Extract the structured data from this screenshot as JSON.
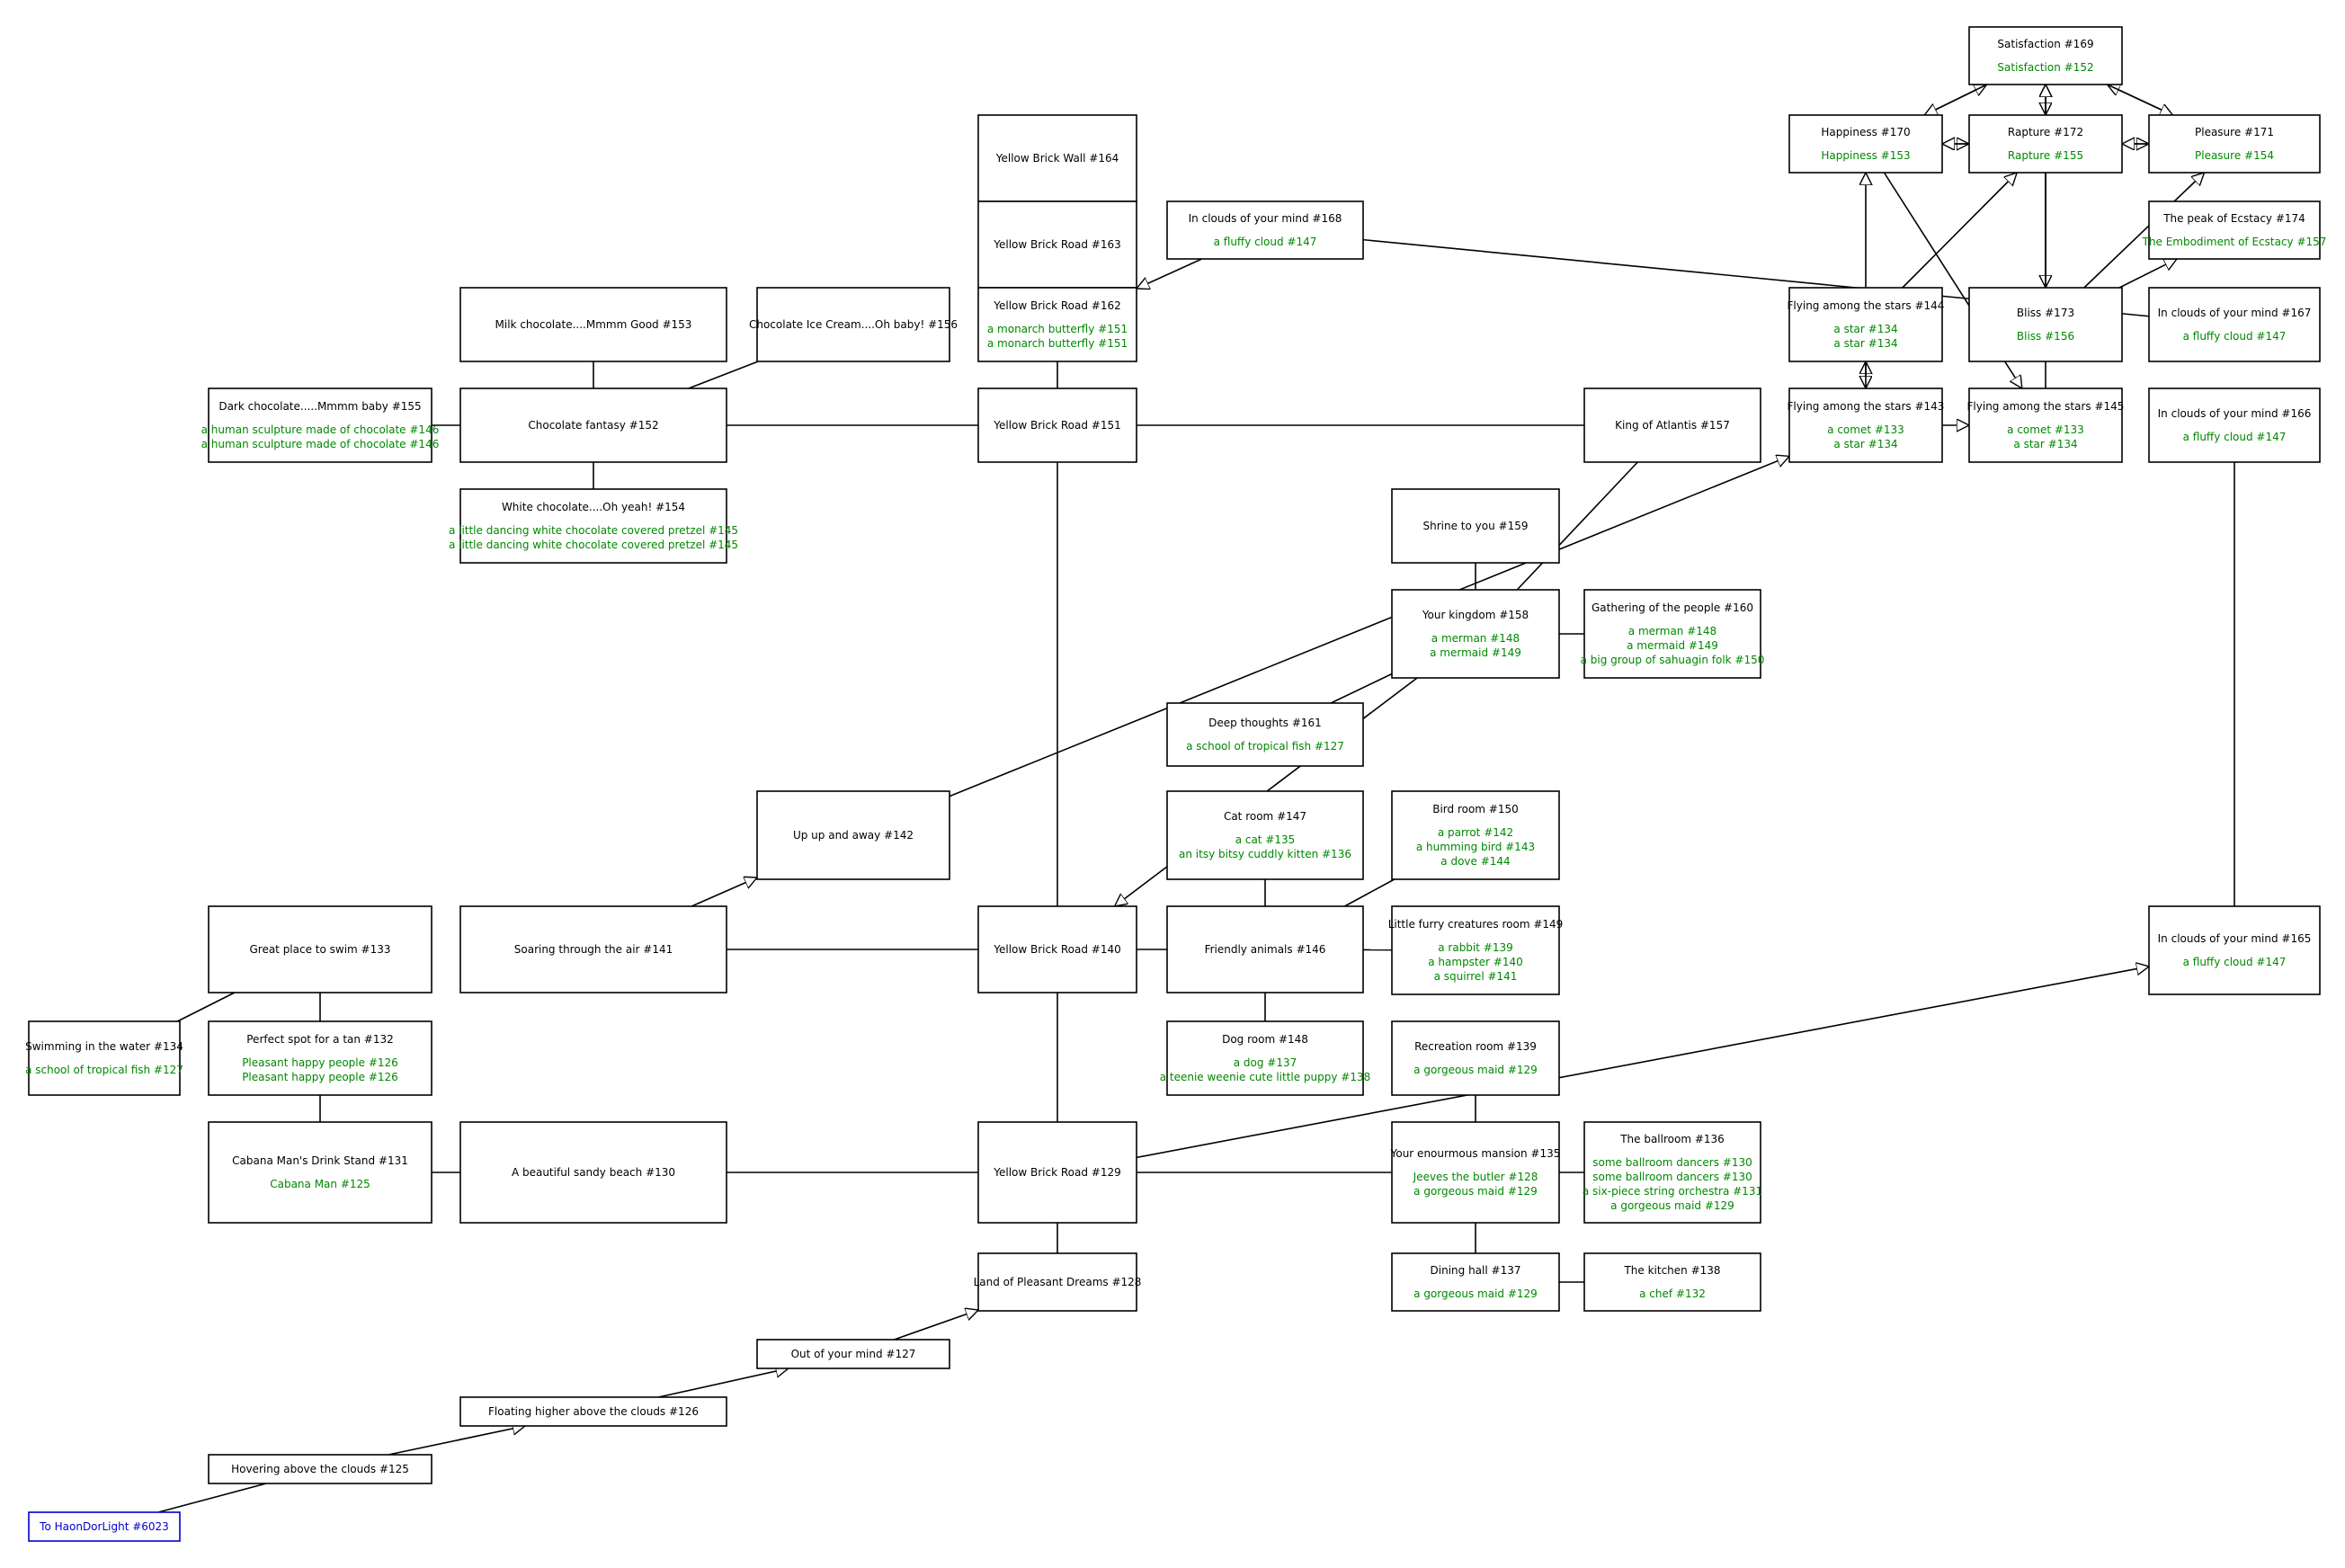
{
  "map": {
    "rooms": [
      {
        "id": "r164",
        "title": "Yellow Brick Wall #164",
        "objects": []
      },
      {
        "id": "r163",
        "title": "Yellow Brick Road #163",
        "objects": []
      },
      {
        "id": "r162",
        "title": "Yellow Brick Road #162",
        "objects": [
          "a monarch butterfly #151",
          "a monarch butterfly #151"
        ]
      },
      {
        "id": "r151",
        "title": "Yellow Brick Road #151",
        "objects": []
      },
      {
        "id": "r168",
        "title": "In clouds of your mind #168",
        "objects": [
          "a fluffy cloud #147"
        ]
      },
      {
        "id": "r153",
        "title": "Milk chocolate....Mmmm Good #153",
        "objects": []
      },
      {
        "id": "r156",
        "title": "Chocolate Ice Cream....Oh baby! #156",
        "objects": []
      },
      {
        "id": "r155",
        "title": "Dark chocolate.....Mmmm baby #155",
        "objects": [
          "a human sculpture made of chocolate #146",
          "a human sculpture made of chocolate #146"
        ]
      },
      {
        "id": "r152",
        "title": "Chocolate fantasy #152",
        "objects": []
      },
      {
        "id": "r154",
        "title": "White chocolate....Oh yeah! #154",
        "objects": [
          "a little dancing white chocolate covered pretzel #145",
          "a little dancing white chocolate covered pretzel #145"
        ]
      },
      {
        "id": "r157",
        "title": "King of Atlantis #157",
        "objects": []
      },
      {
        "id": "r159",
        "title": "Shrine to you #159",
        "objects": []
      },
      {
        "id": "r158",
        "title": "Your kingdom #158",
        "objects": [
          "a merman #148",
          "a mermaid #149"
        ]
      },
      {
        "id": "r160",
        "title": "Gathering of the people #160",
        "objects": [
          "a merman #148",
          "a mermaid #149",
          "a big group of sahuagin folk #150"
        ]
      },
      {
        "id": "r161",
        "title": "Deep thoughts #161",
        "objects": [
          "a school of tropical fish #127"
        ]
      },
      {
        "id": "r142",
        "title": "Up up and away #142",
        "objects": []
      },
      {
        "id": "r147",
        "title": "Cat room #147",
        "objects": [
          "a cat #135",
          "an itsy bitsy cuddly kitten #136"
        ]
      },
      {
        "id": "r150",
        "title": "Bird room #150",
        "objects": [
          "a parrot #142",
          "a humming bird #143",
          "a dove #144"
        ]
      },
      {
        "id": "r133",
        "title": "Great place to swim #133",
        "objects": []
      },
      {
        "id": "r141",
        "title": "Soaring through the air #141",
        "objects": []
      },
      {
        "id": "r140",
        "title": "Yellow Brick Road #140",
        "objects": []
      },
      {
        "id": "r146",
        "title": "Friendly animals #146",
        "objects": []
      },
      {
        "id": "r149",
        "title": "Little furry creatures room #149",
        "objects": [
          "a rabbit #139",
          "a hampster #140",
          "a squirrel #141"
        ]
      },
      {
        "id": "r134",
        "title": "Swimming in the water #134",
        "objects": [
          "a school of tropical fish #127"
        ]
      },
      {
        "id": "r132",
        "title": "Perfect spot for a tan #132",
        "objects": [
          "Pleasant happy people #126",
          "Pleasant happy people #126"
        ]
      },
      {
        "id": "r148",
        "title": "Dog room #148",
        "objects": [
          "a dog #137",
          "a teenie weenie cute little puppy #138"
        ]
      },
      {
        "id": "r139",
        "title": "Recreation room #139",
        "objects": [
          "a gorgeous maid #129"
        ]
      },
      {
        "id": "r131",
        "title": "Cabana Man's Drink Stand #131",
        "objects": [
          "Cabana Man #125"
        ]
      },
      {
        "id": "r130",
        "title": "A beautiful sandy beach #130",
        "objects": []
      },
      {
        "id": "r129",
        "title": "Yellow Brick Road #129",
        "objects": []
      },
      {
        "id": "r135",
        "title": "Your enourmous mansion #135",
        "objects": [
          "Jeeves the butler #128",
          "a gorgeous maid #129"
        ]
      },
      {
        "id": "r136",
        "title": "The ballroom #136",
        "objects": [
          "some ballroom dancers #130",
          "some ballroom dancers #130",
          "a six-piece string orchestra #131",
          "a gorgeous maid #129"
        ]
      },
      {
        "id": "r128",
        "title": "Land of Pleasant Dreams #128",
        "objects": []
      },
      {
        "id": "r137",
        "title": "Dining hall #137",
        "objects": [
          "a gorgeous maid #129"
        ]
      },
      {
        "id": "r138",
        "title": "The kitchen #138",
        "objects": [
          "a chef #132"
        ]
      },
      {
        "id": "r127",
        "title": "Out of your mind #127",
        "objects": []
      },
      {
        "id": "r126",
        "title": "Floating higher above the clouds #126",
        "objects": []
      },
      {
        "id": "r125",
        "title": "Hovering above the clouds #125",
        "objects": []
      },
      {
        "id": "exit6023",
        "title": "To HaonDorLight #6023",
        "objects": [],
        "exit": true
      },
      {
        "id": "r169",
        "title": "Satisfaction #169",
        "objects": [
          "Satisfaction #152"
        ]
      },
      {
        "id": "r170",
        "title": "Happiness #170",
        "objects": [
          "Happiness #153"
        ]
      },
      {
        "id": "r172",
        "title": "Rapture #172",
        "objects": [
          "Rapture #155"
        ]
      },
      {
        "id": "r171",
        "title": "Pleasure #171",
        "objects": [
          "Pleasure #154"
        ]
      },
      {
        "id": "r174",
        "title": "The peak of Ecstacy #174",
        "objects": [
          "The Embodiment of Ecstacy #157"
        ]
      },
      {
        "id": "r144",
        "title": "Flying among the stars #144",
        "objects": [
          "a star #134",
          "a star #134"
        ]
      },
      {
        "id": "r173",
        "title": "Bliss #173",
        "objects": [
          "Bliss #156"
        ]
      },
      {
        "id": "r167",
        "title": "In clouds of your mind #167",
        "objects": [
          "a fluffy cloud #147"
        ]
      },
      {
        "id": "r143",
        "title": "Flying among the stars #143",
        "objects": [
          "a comet #133",
          "a star #134"
        ]
      },
      {
        "id": "r145",
        "title": "Flying among the stars #145",
        "objects": [
          "a comet #133",
          "a star #134"
        ]
      },
      {
        "id": "r166",
        "title": "In clouds of your mind #166",
        "objects": [
          "a fluffy cloud #147"
        ]
      },
      {
        "id": "r165",
        "title": "In clouds of your mind #165",
        "objects": [
          "a fluffy cloud #147"
        ]
      }
    ],
    "links": [
      {
        "from": "r164",
        "to": "r163"
      },
      {
        "from": "r163",
        "to": "r162"
      },
      {
        "from": "r162",
        "to": "r151"
      },
      {
        "from": "r151",
        "to": "r140"
      },
      {
        "from": "r140",
        "to": "r129"
      },
      {
        "from": "r129",
        "to": "r128"
      },
      {
        "from": "r151",
        "to": "r152"
      },
      {
        "from": "r152",
        "to": "r153"
      },
      {
        "from": "r152",
        "to": "r156"
      },
      {
        "from": "r152",
        "to": "r155"
      },
      {
        "from": "r152",
        "to": "r154"
      },
      {
        "from": "r151",
        "to": "r157"
      },
      {
        "from": "r157",
        "to": "r158"
      },
      {
        "from": "r158",
        "to": "r159"
      },
      {
        "from": "r158",
        "to": "r160"
      },
      {
        "from": "r158",
        "to": "r161"
      },
      {
        "from": "r140",
        "to": "r141"
      },
      {
        "from": "r140",
        "to": "r146"
      },
      {
        "from": "r146",
        "to": "r147"
      },
      {
        "from": "r146",
        "to": "r150"
      },
      {
        "from": "r146",
        "to": "r149"
      },
      {
        "from": "r146",
        "to": "r148"
      },
      {
        "from": "r141",
        "to": "r142",
        "arrow": true
      },
      {
        "from": "r142",
        "to": "r143",
        "arrow": true
      },
      {
        "from": "r158",
        "to": "r140",
        "arrow": true
      },
      {
        "from": "r168",
        "to": "r162",
        "arrow": true
      },
      {
        "from": "r168",
        "to": "r167"
      },
      {
        "from": "r129",
        "to": "r130"
      },
      {
        "from": "r130",
        "to": "r131"
      },
      {
        "from": "r131",
        "to": "r132"
      },
      {
        "from": "r132",
        "to": "r133"
      },
      {
        "from": "r133",
        "to": "r134"
      },
      {
        "from": "r129",
        "to": "r135"
      },
      {
        "from": "r135",
        "to": "r139"
      },
      {
        "from": "r135",
        "to": "r136"
      },
      {
        "from": "r135",
        "to": "r137"
      },
      {
        "from": "r137",
        "to": "r138"
      },
      {
        "from": "r129",
        "to": "r165",
        "arrow": true
      },
      {
        "from": "r165",
        "to": "r166"
      },
      {
        "from": "exit6023",
        "to": "r125"
      },
      {
        "from": "r125",
        "to": "r126",
        "arrow": true
      },
      {
        "from": "r126",
        "to": "r127",
        "arrow": true
      },
      {
        "from": "r127",
        "to": "r128",
        "arrow": true
      },
      {
        "from": "r143",
        "to": "r145",
        "arrow": true
      },
      {
        "from": "r143",
        "to": "r144",
        "arrow": true
      },
      {
        "from": "r144",
        "to": "r143",
        "arrow": true
      },
      {
        "from": "r143",
        "to": "r170",
        "arrow": true
      },
      {
        "from": "r170",
        "to": "r169",
        "arrow": true
      },
      {
        "from": "r169",
        "to": "r170",
        "arrow": true
      },
      {
        "from": "r170",
        "to": "r172",
        "arrow": true
      },
      {
        "from": "r172",
        "to": "r170",
        "arrow": true
      },
      {
        "from": "r172",
        "to": "r171",
        "arrow": true
      },
      {
        "from": "r171",
        "to": "r170",
        "arrow": true
      },
      {
        "from": "r171",
        "to": "r169",
        "arrow": true
      },
      {
        "from": "r169",
        "to": "r171",
        "arrow": true
      },
      {
        "from": "r172",
        "to": "r169",
        "arrow": true
      },
      {
        "from": "r169",
        "to": "r172",
        "arrow": true
      },
      {
        "from": "r169",
        "to": "r173",
        "arrow": true
      },
      {
        "from": "r173",
        "to": "r169",
        "arrow": true
      },
      {
        "from": "r171",
        "to": "r172",
        "arrow": true
      },
      {
        "from": "r173",
        "to": "r174",
        "arrow": true
      },
      {
        "from": "r173",
        "to": "r171",
        "arrow": true
      },
      {
        "from": "r145",
        "to": "r169",
        "arrow": true
      },
      {
        "from": "r170",
        "to": "r145",
        "arrow": true
      },
      {
        "from": "r144",
        "to": "r172",
        "arrow": true
      }
    ]
  }
}
